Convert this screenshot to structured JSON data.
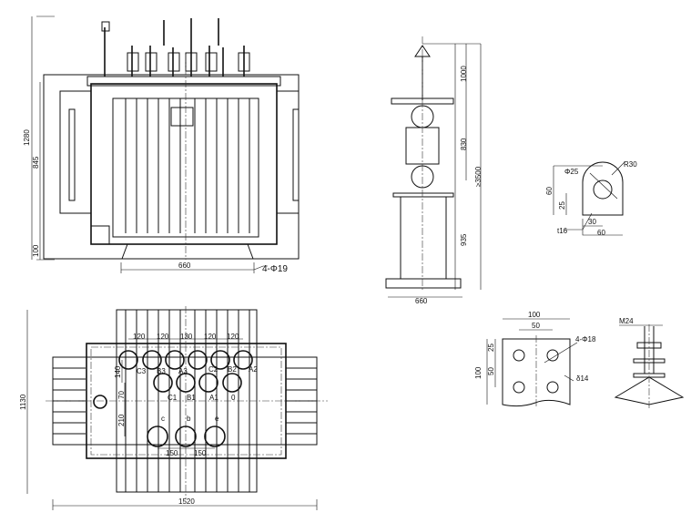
{
  "front_view": {
    "height": "1280",
    "body_height": "845",
    "base_height": "100",
    "wheel_span": "660",
    "mounting_holes": "4-Φ19"
  },
  "side_view": {
    "top": "1000",
    "middle": "830",
    "total": "≥3500",
    "bottom": "935",
    "width": "660"
  },
  "lifting_lug": {
    "hole_dia": "Φ25",
    "radius": "R30",
    "height": "60",
    "hole_height": "25",
    "hole_offset": "30",
    "width": "60",
    "thickness": "t16"
  },
  "terminal_plate": {
    "width": "100",
    "hole_spacing_h": "50",
    "holes": "4-Φ18",
    "height": "100",
    "top_offset": "25",
    "hole_spacing_v": "50",
    "thickness": "δ14"
  },
  "bolt_detail": {
    "thread": "M24"
  },
  "top_view": {
    "depth": "1130",
    "length": "1520",
    "spacings": [
      "120",
      "120",
      "130",
      "120",
      "120"
    ],
    "row_offset": "140",
    "center_offset": "70",
    "lv_offset": "210",
    "lv_spacings": [
      "150",
      "150"
    ],
    "hv_row1": [
      "C3",
      "B3",
      "A3",
      "C2",
      "B2",
      "A2"
    ],
    "hv_row2": [
      "C1",
      "B1",
      "A1",
      "0"
    ],
    "lv_row": [
      "c",
      "b",
      "e"
    ]
  }
}
